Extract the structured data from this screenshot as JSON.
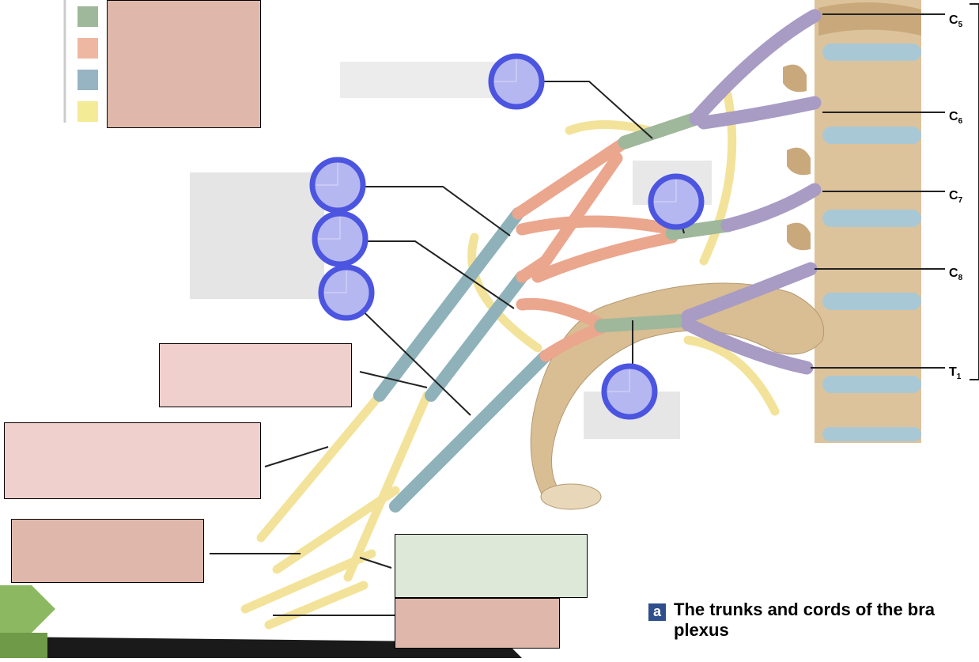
{
  "diagram": {
    "nerve_roots": [
      "C5",
      "C6",
      "C7",
      "C8",
      "T1"
    ],
    "caption_letter": "a",
    "caption_text": "The trunks and cords of the bra\nplexus"
  },
  "legend_colors": [
    "#9fb79a",
    "#eeb7a1",
    "#97b4c2",
    "#f3eb95"
  ],
  "colors": {
    "trunk_green": "#9fb79a",
    "division_orange": "#eba68e",
    "cord_blue": "#8fb2ba",
    "nerve_yellow": "#f3e39a",
    "root_purple": "#a89bc4",
    "bone": "#d9bd93",
    "disc_blue": "#a9c8d6",
    "answer_pink": "#dfb8ab",
    "answer_light_pink": "#f0d0cc",
    "answer_green": "#dde8d8",
    "hotspot_ring": "#4b55e0",
    "hotspot_fill": "#b5b7f0"
  }
}
